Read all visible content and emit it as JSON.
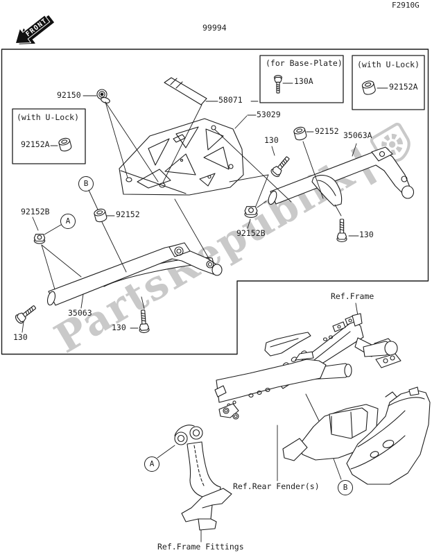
{
  "doc": {
    "figure_code": "F2910G",
    "kit_number": "99994"
  },
  "front_marker": {
    "label": "FRONT"
  },
  "insets": {
    "base_plate": {
      "title": "(for Base-Plate)",
      "part": "130A"
    },
    "u_lock_right": {
      "title": "(with U-Lock)",
      "part": "92152A"
    },
    "u_lock_left": {
      "title": "(with U-Lock)",
      "part": "92152A"
    }
  },
  "callouts": {
    "screw": "92150",
    "strip": "58071",
    "plate": "53029",
    "bushing_top": "92152",
    "bracket_right": "35063A",
    "bolt_top": "130",
    "nut_right": "92152B",
    "bolt_right": "130",
    "bushing_mid": "92152",
    "nut_left": "92152B",
    "bracket_left": "35063",
    "bolt_bottom_left": "130",
    "bolt_bottom_mid": "130",
    "circle_a": "A",
    "circle_b": "B"
  },
  "references": {
    "frame": "Ref.Frame",
    "rear_fender": "Ref.Rear Fender(s)",
    "frame_fittings": "Ref.Frame Fittings"
  },
  "watermark": {
    "text": "PartsRepublik",
    "separator": "|"
  },
  "colors": {
    "line": "#1c1c1c",
    "watermark": "#c9c9c9",
    "background": "#ffffff"
  }
}
